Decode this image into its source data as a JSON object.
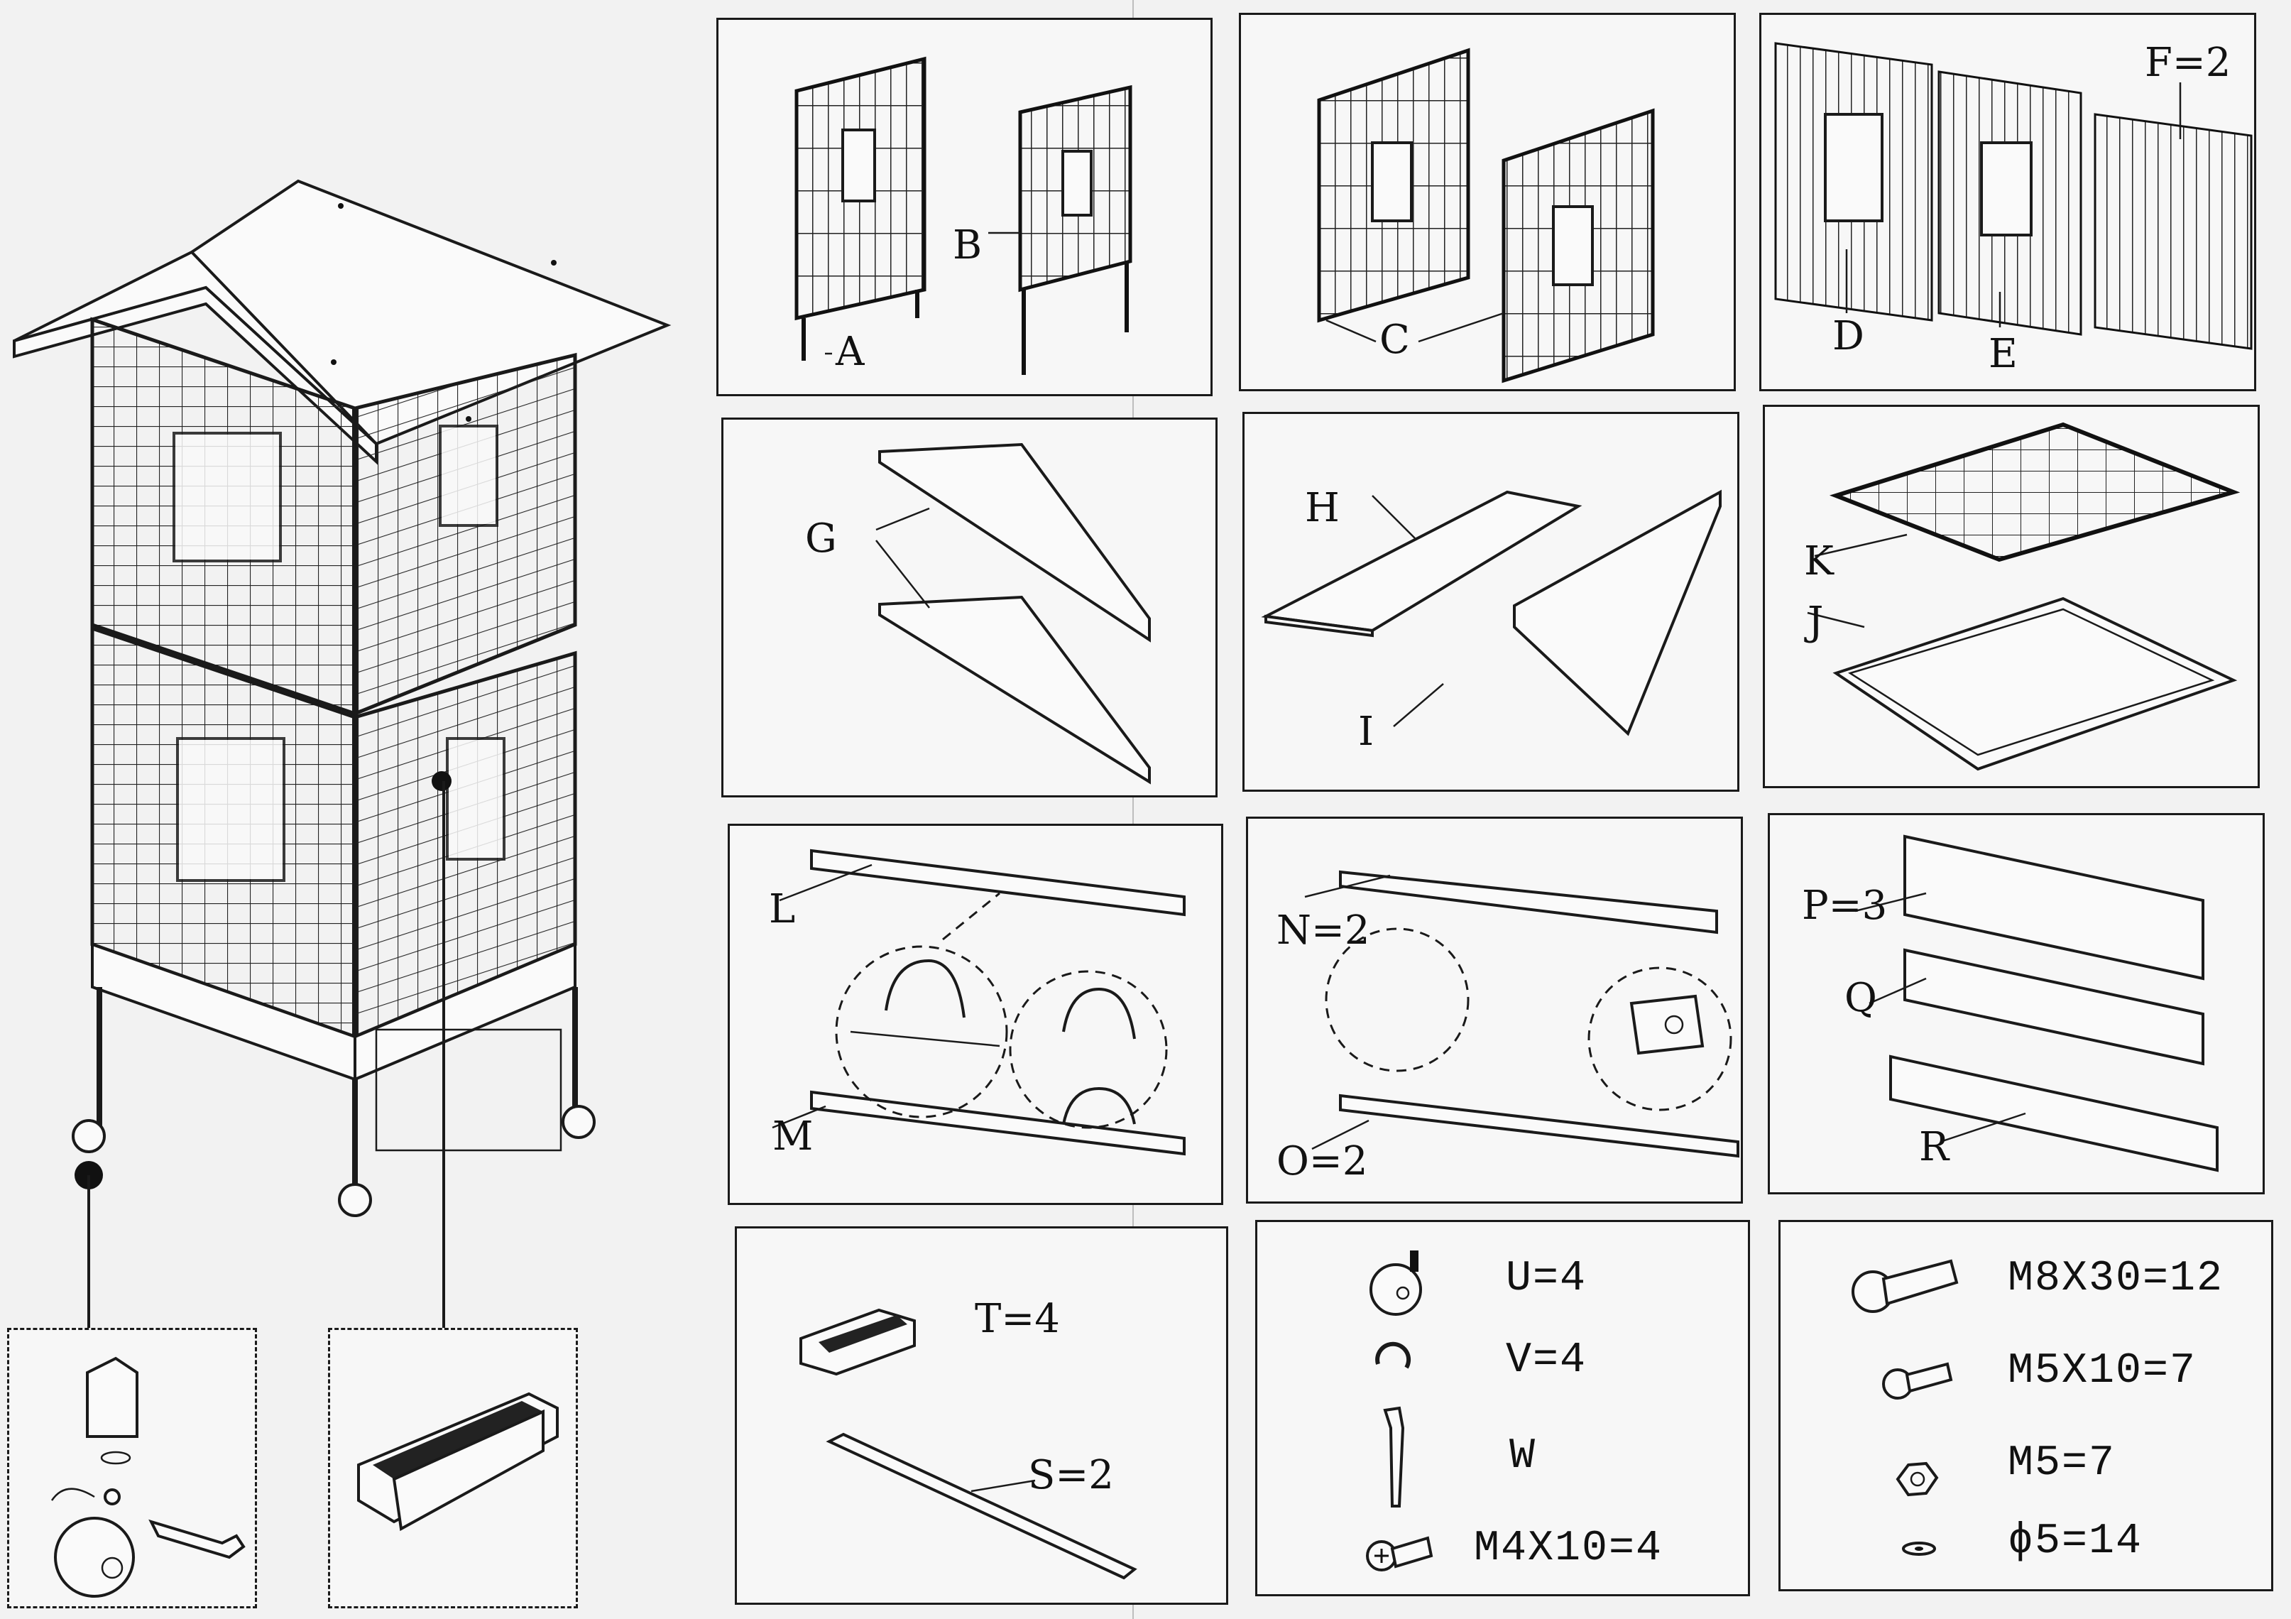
{
  "labels": {
    "A": "A",
    "B": "B",
    "C": "C",
    "D": "D",
    "E": "E",
    "F": "F=2",
    "G": "G",
    "H": "H",
    "I": "I",
    "K": "K",
    "J": "J",
    "L": "L",
    "M": "M",
    "N": "N=2",
    "O": "O=2",
    "P": "P=3",
    "Q": "Q",
    "R": "R",
    "T": "T=4",
    "S": "S=2",
    "U": "U=4",
    "V": "V=4",
    "W": "W",
    "M4": "M4X10=4",
    "M8": "M8X30=12",
    "M5x10": "M5X10=7",
    "M5": "M5=7",
    "phi5": "ϕ5=14"
  }
}
